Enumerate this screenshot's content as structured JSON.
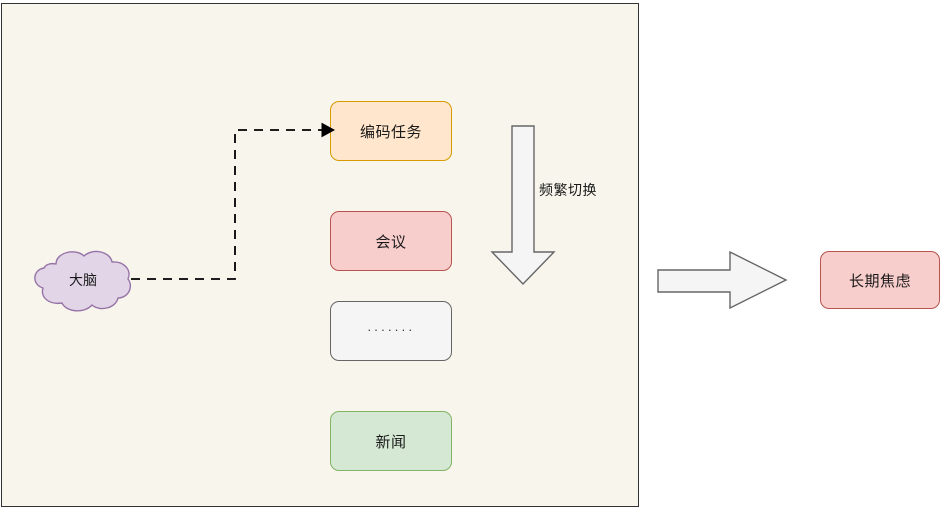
{
  "diagram": {
    "panel": {
      "name": "context-panel"
    },
    "cloud": {
      "label": "大脑"
    },
    "task_boxes": [
      {
        "key": "coding",
        "label": "编码任务",
        "fill": "#ffe6cc",
        "stroke": "#d79b00"
      },
      {
        "key": "meeting",
        "label": "会议",
        "fill": "#f8cecc",
        "stroke": "#b85450"
      },
      {
        "key": "etc",
        "label": "·······",
        "fill": "#f5f5f5",
        "stroke": "#666666"
      },
      {
        "key": "news",
        "label": "新闻",
        "fill": "#d5e8d4",
        "stroke": "#82b366"
      }
    ],
    "switch_arrow": {
      "label": "频繁切换",
      "direction": "down",
      "fill": "#f5f5f5",
      "stroke": "#666666"
    },
    "result_arrow": {
      "label": "",
      "direction": "right",
      "fill": "#f5f5f5",
      "stroke": "#666666"
    },
    "outcome": {
      "label": "长期焦虑",
      "fill": "#f8cecc",
      "stroke": "#b85450"
    },
    "connector": {
      "style": "dashed",
      "from": "大脑",
      "to": "编码任务"
    },
    "colors": {
      "background": "#ffffff",
      "panel_fill": "#f8f5ec",
      "panel_stroke": "#333333",
      "cloud_fill": "#e1d5e7",
      "cloud_stroke": "#9673a6",
      "connector_stroke": "#000000",
      "text": "#1a1a1a"
    }
  }
}
